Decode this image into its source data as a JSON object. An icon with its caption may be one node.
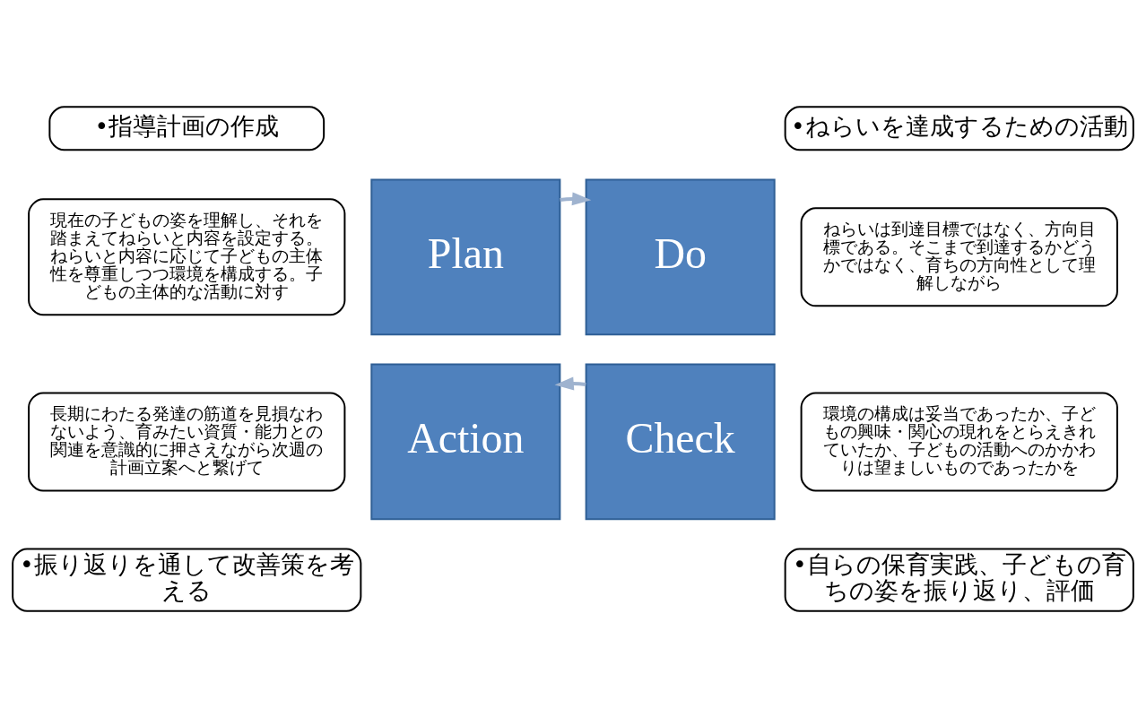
{
  "diagram": {
    "nodes": [
      {
        "text": [
          "•指導計画の作成"
        ]
      },
      {
        "text": [
          "•ねらいを達成するための活動"
        ]
      },
      {
        "text": [
          "•振り返りを通して改善策を考える"
        ]
      },
      {
        "text": [
          "•自らの保育実践、子どもの育ちの姿を振り返り、評価"
        ]
      },
      {
        "text": [
          "Plan"
        ]
      },
      {
        "text": [
          "Do"
        ]
      },
      {
        "text": [
          "Action"
        ]
      },
      {
        "text": [
          "Check"
        ]
      },
      {
        "text": [
          "現在の子どもの姿を理解し、それを踏まえてねらいと内容を設定する。ねらいと内容に応じて子どもの主体性を尊重しつつ環境を構成する。子どもの主体的な活動に対す"
        ]
      },
      {
        "text": [
          "ねらいは到達目標ではなく、方向目標である。そこまで到達するかどうかではなく、育ちの方向性として理解しながら"
        ]
      },
      {
        "text": [
          "長期にわたる発達の筋道を見損なわないよう、育みたい資質・能力との関連を意識的に押さえながら次週の計画立案へと繋げて"
        ]
      },
      {
        "text": [
          "環境の構成は妥当であったか、子どもの興味・関心の現れをとらえきれていたか、子どもの活動へのかかわりは望ましいものであったかを"
        ]
      }
    ],
    "edges": [
      {
        "from": 4,
        "to": 5,
        "arrow": "to"
      },
      {
        "from": 7,
        "to": 6,
        "arrow": "to"
      }
    ]
  }
}
